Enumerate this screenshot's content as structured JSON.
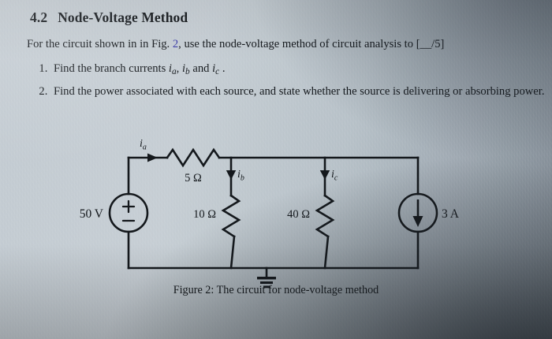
{
  "section": {
    "number": "4.2",
    "title": "Node-Voltage Method"
  },
  "intro": {
    "before_link": "For the circuit shown in in Fig. ",
    "link": "2",
    "after_link": ", use the node-voltage method of circuit analysis to ",
    "marks": "[__/5]"
  },
  "tasks": [
    {
      "prefix": "Find the branch currents ",
      "current_a": "i",
      "current_a_sub": "a",
      "sep1": ", ",
      "current_b": "i",
      "current_b_sub": "b",
      "sep2": " and ",
      "current_c": "i",
      "current_c_sub": "c",
      "suffix": " ."
    },
    {
      "text": "Find the power associated with each source, and state whether the source is delivering or absorbing power."
    }
  ],
  "figure": {
    "caption": "Figure 2: The circuit for node-voltage method",
    "voltage_source": {
      "label": "50 V",
      "plus": "+",
      "minus": "−"
    },
    "current_source": {
      "label": "3 A"
    },
    "resistors": [
      {
        "label": "5 Ω",
        "orientation": "horizontal"
      },
      {
        "label": "10 Ω",
        "orientation": "vertical"
      },
      {
        "label": "40 Ω",
        "orientation": "vertical"
      }
    ],
    "current_labels": [
      {
        "symbol": "i",
        "sub": "a",
        "direction": "right"
      },
      {
        "symbol": "i",
        "sub": "b",
        "direction": "down"
      },
      {
        "symbol": "i",
        "sub": "c",
        "direction": "down"
      }
    ],
    "ground_label": ""
  },
  "colors": {
    "ink": "#14181c",
    "link": "#3a3ba8",
    "paper": "#b3bcc4"
  }
}
